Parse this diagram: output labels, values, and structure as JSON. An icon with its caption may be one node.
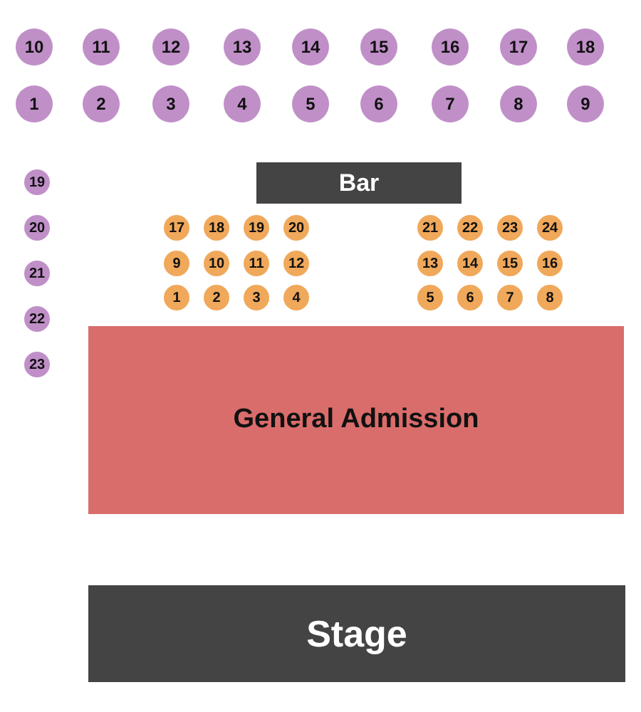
{
  "diagram": {
    "nodes": [
      {
        "text": [
          "10"
        ]
      },
      {
        "text": [
          "11"
        ]
      },
      {
        "text": [
          "12"
        ]
      },
      {
        "text": [
          "13"
        ]
      },
      {
        "text": [
          "14"
        ]
      },
      {
        "text": [
          "15"
        ]
      },
      {
        "text": [
          "16"
        ]
      },
      {
        "text": [
          "17"
        ]
      },
      {
        "text": [
          "18"
        ]
      },
      {
        "text": [
          "1"
        ]
      },
      {
        "text": [
          "2"
        ]
      },
      {
        "text": [
          "3"
        ]
      },
      {
        "text": [
          "4"
        ]
      },
      {
        "text": [
          "5"
        ]
      },
      {
        "text": [
          "6"
        ]
      },
      {
        "text": [
          "7"
        ]
      },
      {
        "text": [
          "8"
        ]
      },
      {
        "text": [
          "9"
        ]
      },
      {
        "text": [
          "19"
        ]
      },
      {
        "text": [
          "20"
        ]
      },
      {
        "text": [
          "21"
        ]
      },
      {
        "text": [
          "22"
        ]
      },
      {
        "text": [
          "23"
        ]
      },
      {
        "text": [
          "Bar"
        ]
      },
      {
        "text": [
          "17"
        ]
      },
      {
        "text": [
          "18"
        ]
      },
      {
        "text": [
          "19"
        ]
      },
      {
        "text": [
          "20"
        ]
      },
      {
        "text": [
          "21"
        ]
      },
      {
        "text": [
          "22"
        ]
      },
      {
        "text": [
          "23"
        ]
      },
      {
        "text": [
          "24"
        ]
      },
      {
        "text": [
          "9"
        ]
      },
      {
        "text": [
          "10"
        ]
      },
      {
        "text": [
          "11"
        ]
      },
      {
        "text": [
          "12"
        ]
      },
      {
        "text": [
          "13"
        ]
      },
      {
        "text": [
          "14"
        ]
      },
      {
        "text": [
          "15"
        ]
      },
      {
        "text": [
          "16"
        ]
      },
      {
        "text": [
          "1"
        ]
      },
      {
        "text": [
          "2"
        ]
      },
      {
        "text": [
          "3"
        ]
      },
      {
        "text": [
          "4"
        ]
      },
      {
        "text": [
          "5"
        ]
      },
      {
        "text": [
          "6"
        ]
      },
      {
        "text": [
          "7"
        ]
      },
      {
        "text": [
          "8"
        ]
      },
      {
        "text": [
          "General Admission"
        ]
      },
      {
        "text": [
          "Stage"
        ]
      }
    ]
  }
}
